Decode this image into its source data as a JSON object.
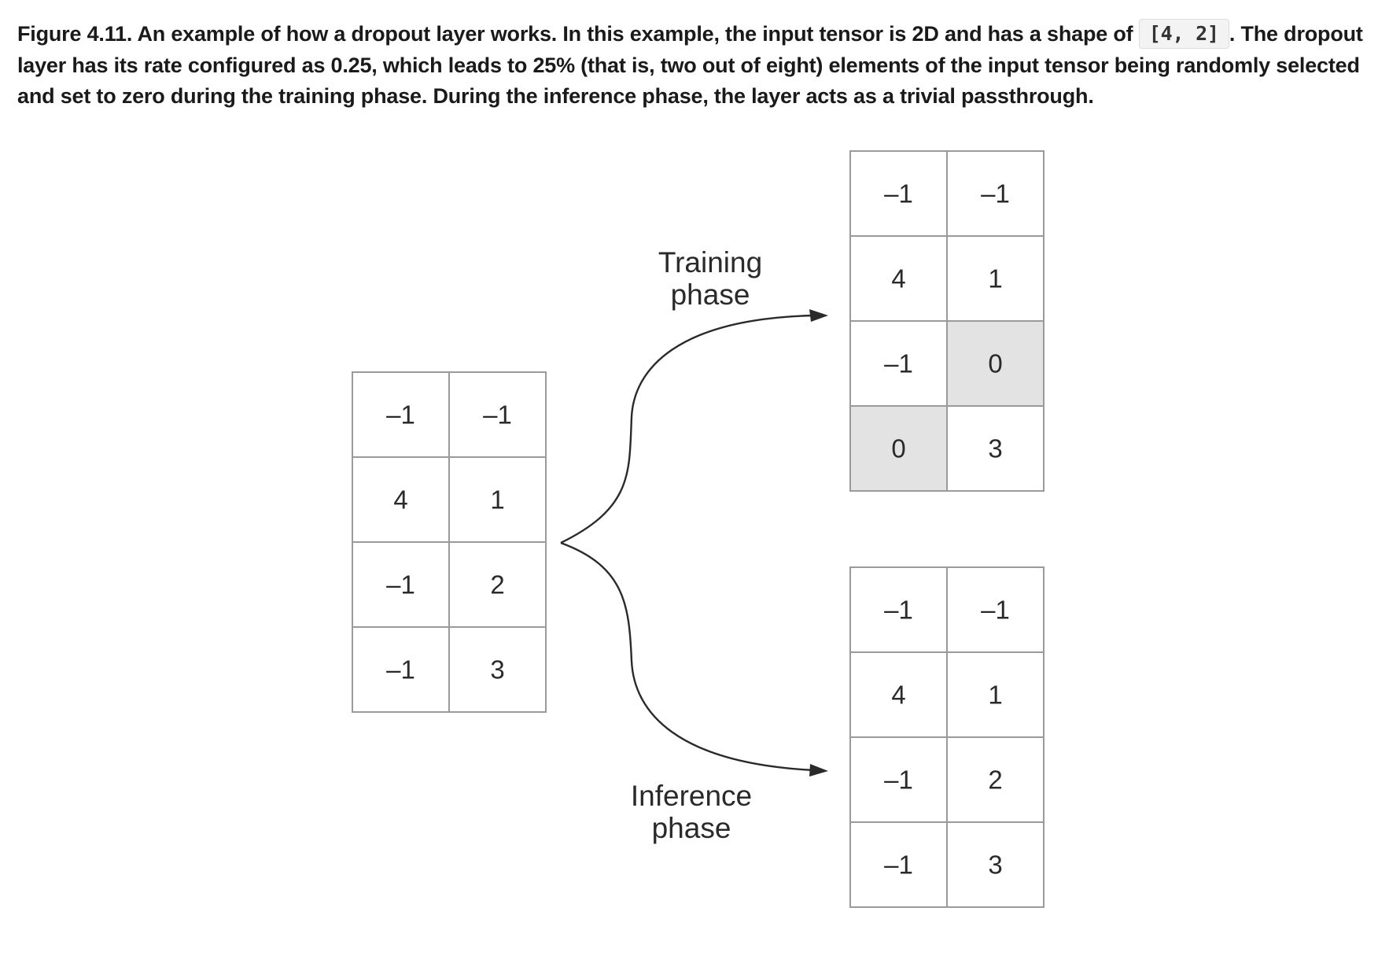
{
  "caption": {
    "before_code": "Figure 4.11. An example of how a dropout layer works. In this example, the input tensor is 2D and has a shape of ",
    "code": "[4, 2]",
    "after_code": ". The dropout layer has its rate configured as 0.25, which leads to 25% (that is, two out of eight) elements of the input tensor being randomly selected and set to zero during the training phase. During the inference phase, the layer acts as a trivial passthrough."
  },
  "diagram": {
    "input_tensor": [
      [
        "–1",
        "–1"
      ],
      [
        "4",
        "1"
      ],
      [
        "–1",
        "2"
      ],
      [
        "–1",
        "3"
      ]
    ],
    "training_output": [
      [
        "–1",
        "–1"
      ],
      [
        "4",
        "1"
      ],
      [
        "–1",
        "0"
      ],
      [
        "0",
        "3"
      ]
    ],
    "training_dropped_cells": [
      [
        2,
        1
      ],
      [
        3,
        0
      ]
    ],
    "inference_output": [
      [
        "–1",
        "–1"
      ],
      [
        "4",
        "1"
      ],
      [
        "–1",
        "2"
      ],
      [
        "–1",
        "3"
      ]
    ],
    "training_label": [
      "Training",
      "phase"
    ],
    "inference_label": [
      "Inference",
      "phase"
    ],
    "colors": {
      "grid_line": "#9a9a9a",
      "dropped_cell_fill": "#e3e3e3",
      "text": "#2a2a2a"
    }
  }
}
